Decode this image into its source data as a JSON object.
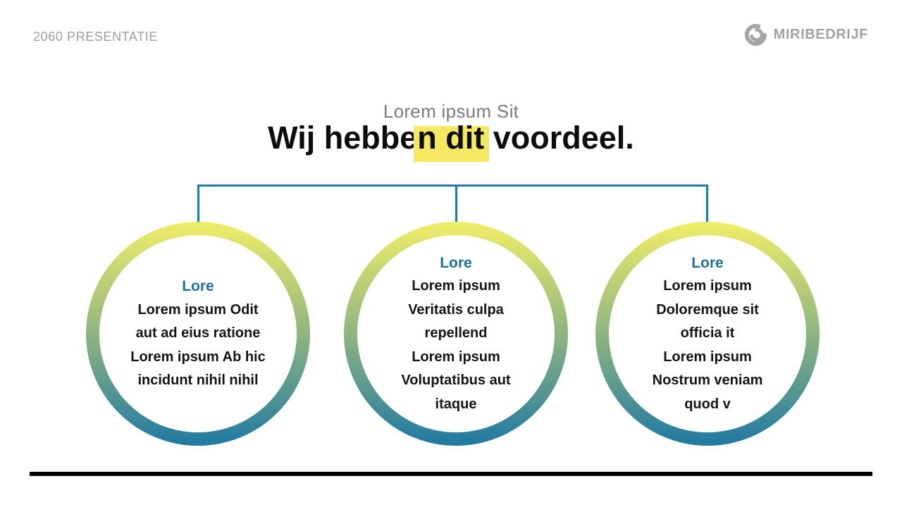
{
  "header": {
    "label": "2060 PRESENTATIE",
    "brand": "MIRIBEDRIJF",
    "logo_icon": "swirl-ring-icon"
  },
  "title_block": {
    "subtitle": "Lorem ipsum Sit",
    "title_part1": "Wij hebbe",
    "title_part2": "n dit",
    "title_part3": " voordeel."
  },
  "circles": [
    {
      "heading": "Lore",
      "lines": [
        "Lorem ipsum Odit",
        "aut ad eius ratione",
        "Lorem ipsum Ab hic",
        "incidunt nihil nihil"
      ]
    },
    {
      "heading": "Lore",
      "lines": [
        "Lorem ipsum",
        "Veritatis culpa",
        "repellend",
        "Lorem ipsum",
        "Voluptatibus aut",
        "itaque"
      ]
    },
    {
      "heading": "Lore",
      "lines": [
        "Lorem ipsum",
        "Doloremque sit",
        "officia it",
        "Lorem ipsum",
        "Nostrum veniam",
        "quod v"
      ]
    }
  ],
  "colors": {
    "connector_teal": "#2279a1",
    "heading_teal": "#1e7096",
    "ring_gradient_top": "#f1ee68",
    "ring_gradient_mid": "#8fb580",
    "ring_gradient_bottom": "#1f79a2",
    "highlight_yellow": "#f5e963",
    "muted_gray": "#9e9e9e",
    "title_black": "#0d0d0d"
  }
}
